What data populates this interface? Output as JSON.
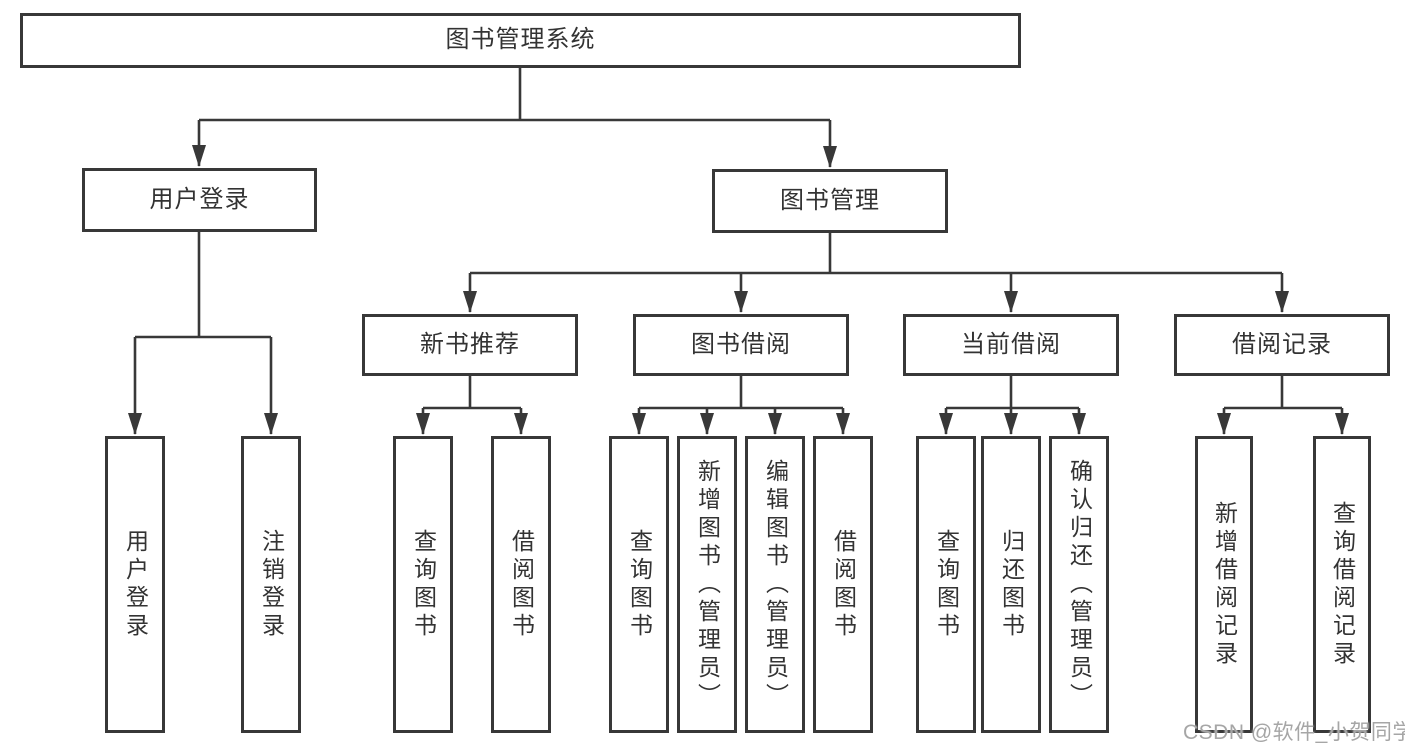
{
  "diagram_title": "图书管理系统",
  "nodes": {
    "root": {
      "label": "图书管理系统"
    },
    "user_login": {
      "label": "用户登录"
    },
    "book_mgmt": {
      "label": "图书管理"
    },
    "new_book_rec": {
      "label": "新书推荐"
    },
    "book_borrow": {
      "label": "图书借阅"
    },
    "current_borrow": {
      "label": "当前借阅"
    },
    "borrow_record": {
      "label": "借阅记录"
    },
    "leaf_user_login": {
      "label": "用户登录"
    },
    "leaf_logout": {
      "label": "注销登录"
    },
    "leaf_rec_query_book": {
      "label": "查询图书"
    },
    "leaf_rec_borrow_book": {
      "label": "借阅图书"
    },
    "leaf_bb_query_book": {
      "label": "查询图书"
    },
    "leaf_bb_add_book": {
      "label": "新增图书（管理员）"
    },
    "leaf_bb_edit_book": {
      "label": "编辑图书（管理员）"
    },
    "leaf_bb_borrow_book": {
      "label": "借阅图书"
    },
    "leaf_cb_query_book": {
      "label": "查询图书"
    },
    "leaf_cb_return_book": {
      "label": "归还图书"
    },
    "leaf_cb_confirm_return": {
      "label": "确认归还（管理员）"
    },
    "leaf_br_add_record": {
      "label": "新增借阅记录"
    },
    "leaf_br_query_record": {
      "label": "查询借阅记录"
    }
  },
  "watermark": "CSDN @软件_小贺同学",
  "colors": {
    "line": "#383838",
    "text": "#333333",
    "watermark": "#a6a6a6",
    "background": "#ffffff"
  }
}
